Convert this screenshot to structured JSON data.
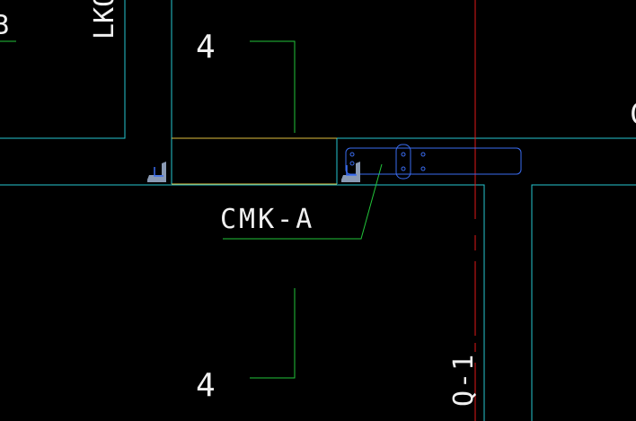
{
  "drawing": {
    "background": "#000000",
    "colors": {
      "wall": "#26c6d0",
      "leader": "#22c43a",
      "panel": "#e0c040",
      "hardware": "#3a6cf0",
      "axis": "#e01818",
      "corner": "#8a9ab4",
      "text": "#f0f0f0"
    },
    "labels": {
      "section_mark_top": "4",
      "section_mark_bottom": "4",
      "panel_tag": "CMK-A",
      "axis_tag": "Q-1",
      "edge_text_left": "B",
      "edge_text_top": "LKO",
      "edge_text_right": "C"
    }
  }
}
